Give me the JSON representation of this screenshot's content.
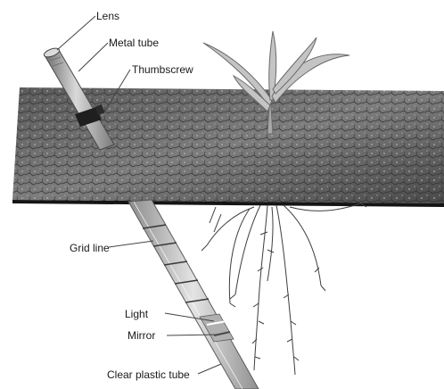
{
  "labels": {
    "lens": "Lens",
    "metal_tube": "Metal tube",
    "thumbscrew": "Thumbscrew",
    "grid_line": "Grid line",
    "light": "Light",
    "mirror": "Mirror",
    "clear_plastic_tube": "Clear plastic tube"
  },
  "colors": {
    "soil_dark": "#3a3a3a",
    "soil_light": "#8a8a8a",
    "tube_metal": "#9a9a9a",
    "tube_plastic": "#c8c8c8",
    "root": "#4a4a4a",
    "leaf": "#bdbdbd"
  }
}
